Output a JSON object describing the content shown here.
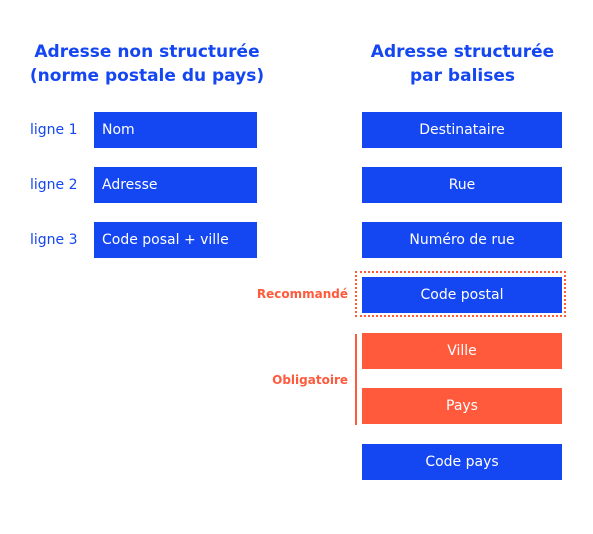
{
  "headings": {
    "left": {
      "line1": "Adresse non structurée",
      "line2": "(norme postale du pays)"
    },
    "right": {
      "line1": "Adresse structurée",
      "line2": "par balises"
    }
  },
  "unstructured": {
    "lines": [
      {
        "label": "ligne 1",
        "value": "Nom"
      },
      {
        "label": "ligne 2",
        "value": "Adresse"
      },
      {
        "label": "ligne 3",
        "value": "Code posal + ville"
      }
    ]
  },
  "structured": {
    "tags": [
      "Destinataire",
      "Rue",
      "Numéro de rue",
      "Code postal",
      "Ville",
      "Pays",
      "Code pays"
    ]
  },
  "annotations": {
    "recommended": "Recommandé",
    "mandatory": "Obligatoire"
  },
  "colors": {
    "blue": "#1446f2",
    "orange": "#ff5a3c"
  }
}
